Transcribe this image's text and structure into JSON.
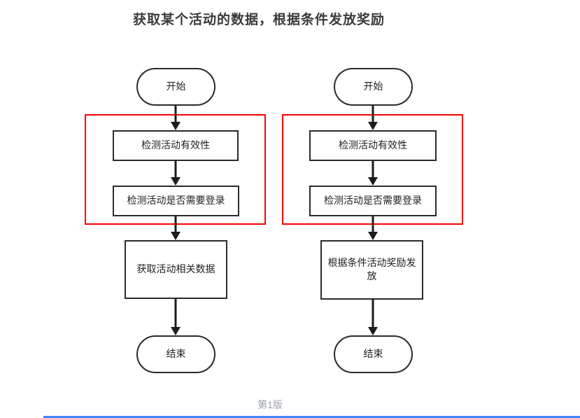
{
  "page": {
    "title": "获取某个活动的数据，根据条件发放奖励",
    "version_label": "第1版"
  },
  "colors": {
    "highlight": "#ff0000",
    "stroke": "#1c1c1c",
    "border": "#2b2b2b",
    "muted_text": "#9aa0a6",
    "bottom_bar_blue": "#4285f4"
  },
  "flowcharts": [
    {
      "name": "get-activity-data-flow",
      "nodes": [
        {
          "type": "terminator",
          "label": "开始"
        },
        {
          "type": "process",
          "label": "检测活动有效性"
        },
        {
          "type": "process",
          "label": "检测活动是否需要登录"
        },
        {
          "type": "process",
          "label": "获取活动相关数据"
        },
        {
          "type": "terminator",
          "label": "结束"
        }
      ],
      "highlighted_steps": [
        "检测活动有效性",
        "检测活动是否需要登录"
      ]
    },
    {
      "name": "reward-distribution-flow",
      "nodes": [
        {
          "type": "terminator",
          "label": "开始"
        },
        {
          "type": "process",
          "label": "检测活动有效性"
        },
        {
          "type": "process",
          "label": "检测活动是否需要登录"
        },
        {
          "type": "process",
          "label": "根据条件活动奖励发放"
        },
        {
          "type": "terminator",
          "label": "结束"
        }
      ],
      "highlighted_steps": [
        "检测活动有效性",
        "检测活动是否需要登录"
      ]
    }
  ]
}
